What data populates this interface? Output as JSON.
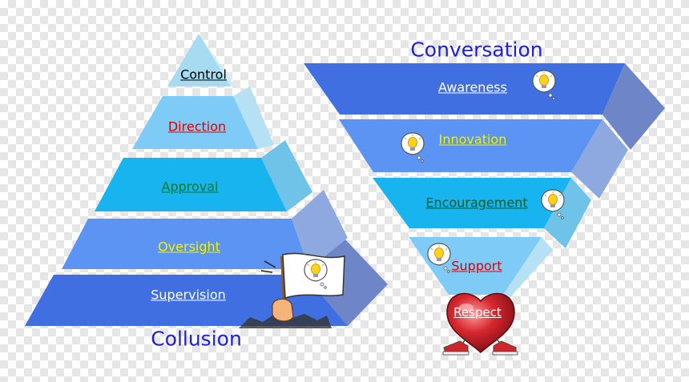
{
  "left_pyramid": {
    "title": "Collusion",
    "levels": [
      {
        "label": "Control",
        "color": "#000000"
      },
      {
        "label": "Direction",
        "color": "#e00000"
      },
      {
        "label": "Approval",
        "color": "#0a7a2a"
      },
      {
        "label": "Oversight",
        "color": "#f2f200"
      },
      {
        "label": "Supervision",
        "color": "#ffffff"
      }
    ]
  },
  "right_pyramid": {
    "title": "Conversation",
    "levels": [
      {
        "label": "Awareness",
        "color": "#ffffff"
      },
      {
        "label": "Innovation",
        "color": "#f2f200"
      },
      {
        "label": "Encouragement",
        "color": "#0a5a2a"
      },
      {
        "label": "Support",
        "color": "#e00000"
      }
    ],
    "base_label": "Respect",
    "base_label_color": "#ffffff"
  },
  "icons": [
    "lightbulb-thought-icon",
    "white-flag-icon",
    "heart-icon",
    "sneakers-icon"
  ],
  "palette": {
    "blue_dark": "#3f6fe0",
    "blue_mid": "#5b94f2",
    "cyan": "#17b4ef",
    "sky": "#7fcbf7",
    "pale": "#a6dbf2",
    "title_blue": "#1f1fd6"
  }
}
